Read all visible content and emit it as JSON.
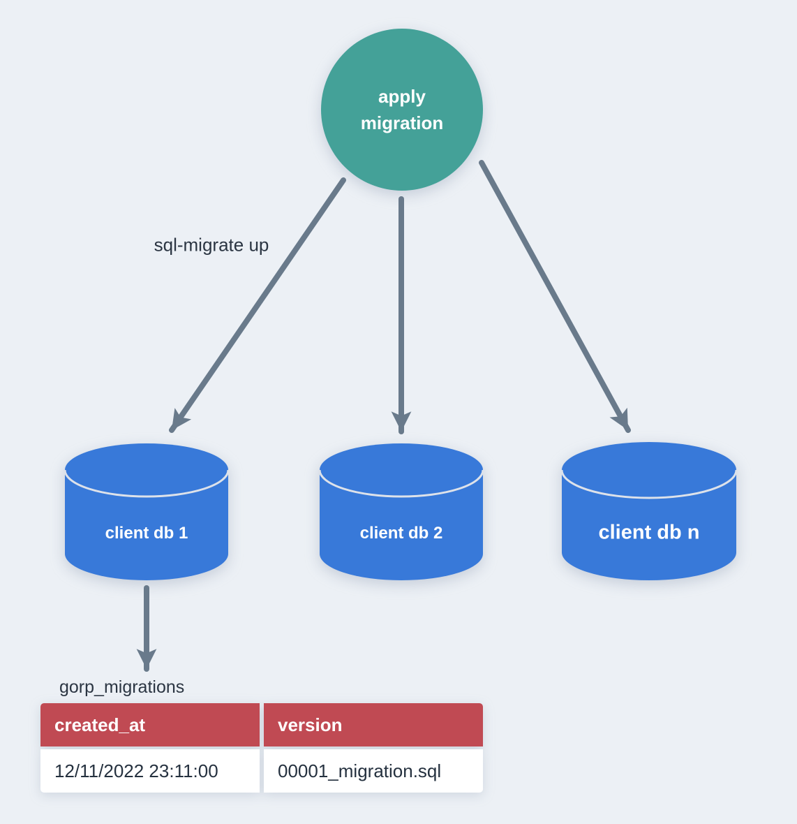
{
  "diagram": {
    "source_node": {
      "label_lines": [
        "apply",
        "migration"
      ],
      "color": "#44a198"
    },
    "edge_label": "sql-migrate up",
    "databases": [
      {
        "label": "client db 1"
      },
      {
        "label": "client db 2"
      },
      {
        "label": "client db n"
      }
    ],
    "colors": {
      "background": "#ecf0f5",
      "database_blue": "#3879d9",
      "arrow_gray": "#697a8b",
      "text_dark": "#2b3542",
      "table_header_red": "#c04a53"
    }
  },
  "migrations_table": {
    "title": "gorp_migrations",
    "columns": [
      "created_at",
      "version"
    ],
    "rows": [
      [
        "12/11/2022 23:11:00",
        "00001_migration.sql"
      ]
    ]
  }
}
